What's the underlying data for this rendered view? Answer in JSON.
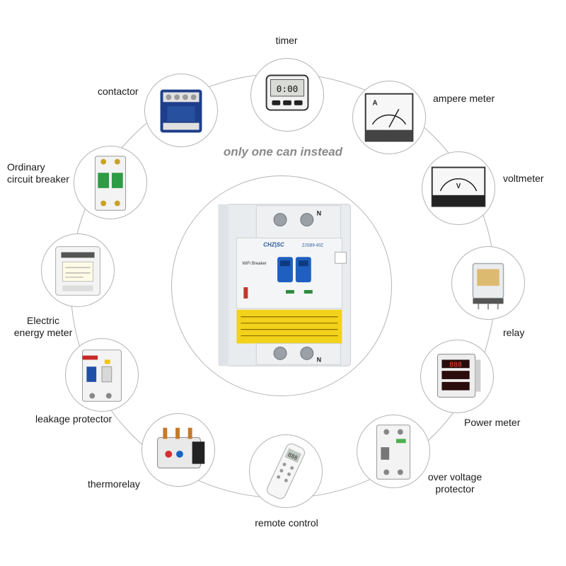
{
  "headline": "only one can instead",
  "main_device": {
    "brand": "CHZ|SC",
    "model": "ZJSB9-40Z",
    "tag": "WiFi Breaker",
    "terminal_top": "N",
    "terminal_bottom": "N"
  },
  "devices": [
    {
      "id": "timer",
      "label": "timer",
      "digits": "0:00"
    },
    {
      "id": "ampere-meter",
      "label": "ampere meter",
      "unit": "A"
    },
    {
      "id": "voltmeter",
      "label": "voltmeter",
      "unit": "V"
    },
    {
      "id": "relay",
      "label": "relay"
    },
    {
      "id": "power-meter",
      "label": "Power meter",
      "digits": "888"
    },
    {
      "id": "over-voltage-protector",
      "label": "over voltage\nprotector"
    },
    {
      "id": "remote-control",
      "label": "remote control",
      "digits": "888"
    },
    {
      "id": "thermorelay",
      "label": "thermorelay"
    },
    {
      "id": "leakage-protector",
      "label": "leakage protector"
    },
    {
      "id": "electric-energy-meter",
      "label": "Electric\nenergy meter"
    },
    {
      "id": "ordinary-circuit-breaker",
      "label": "Ordinary\ncircuit breaker"
    },
    {
      "id": "contactor",
      "label": "contactor"
    }
  ]
}
